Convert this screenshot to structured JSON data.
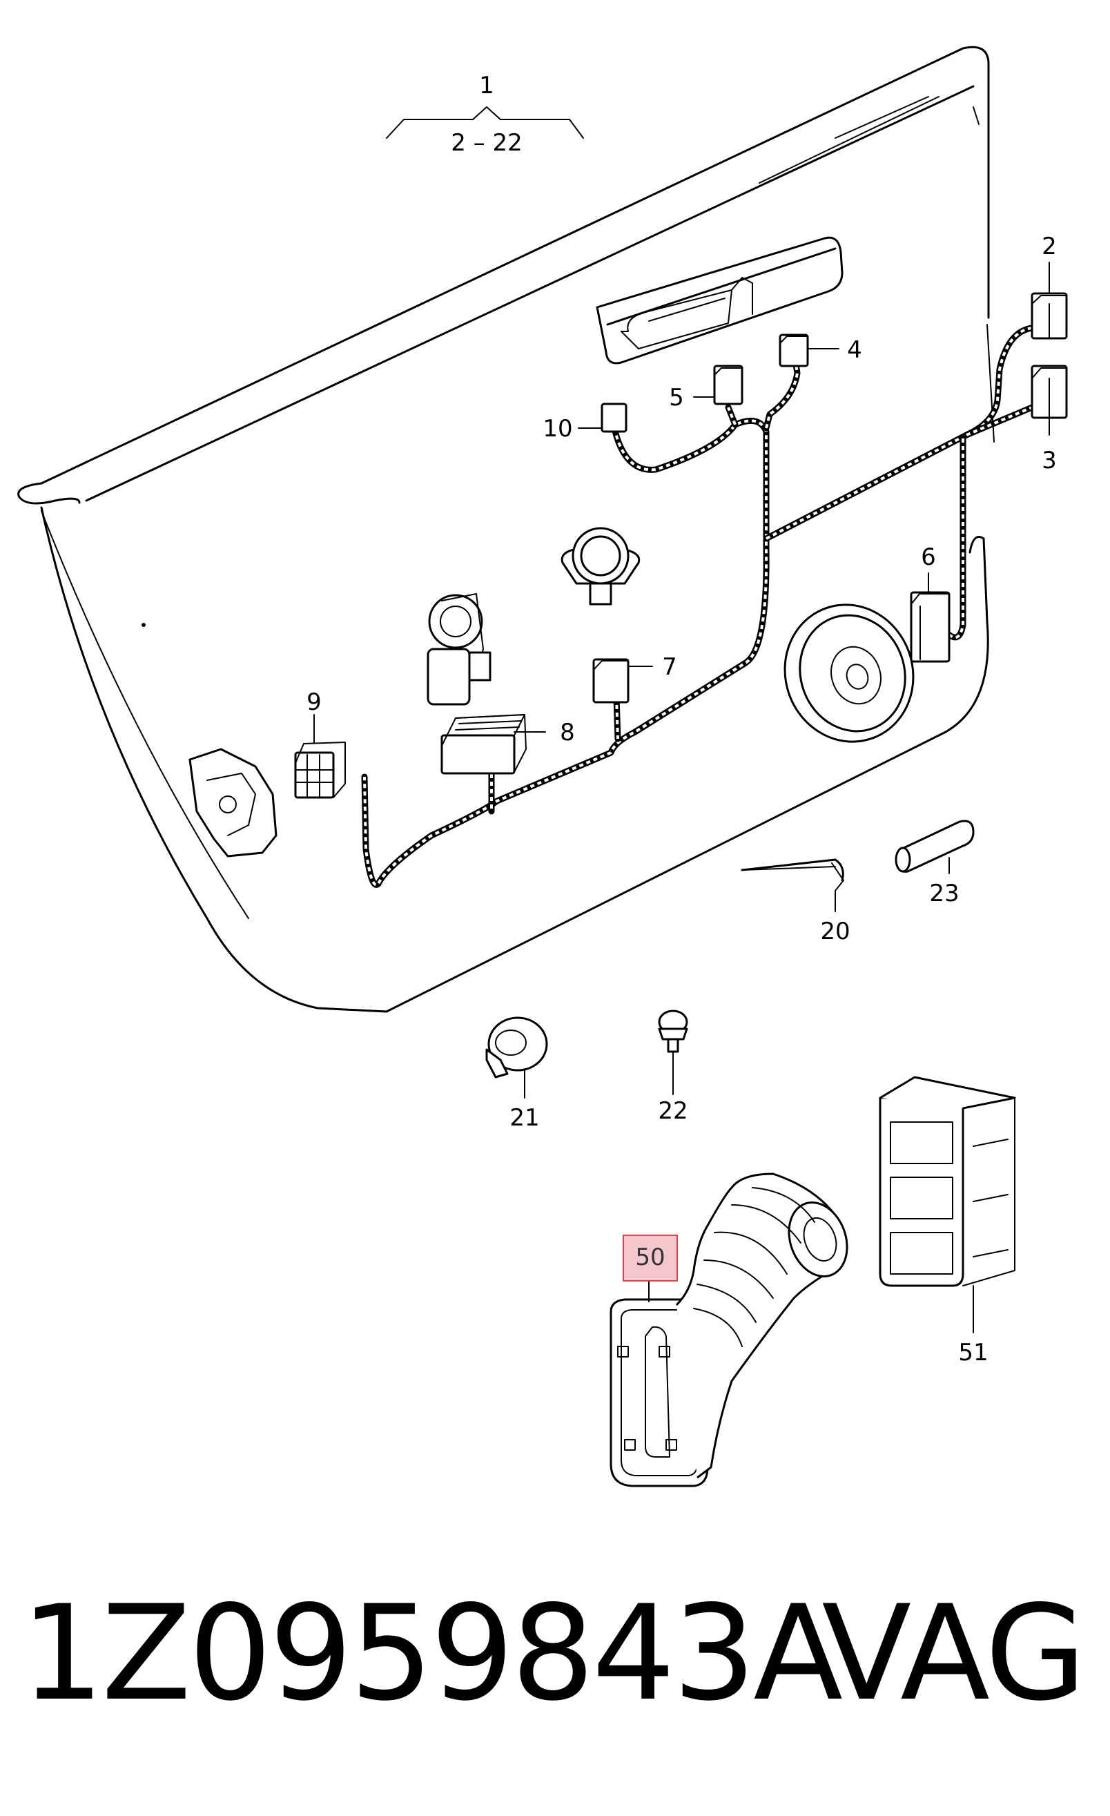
{
  "diagram": {
    "group_label": "1",
    "group_range": "2 – 22",
    "callouts": [
      {
        "id": "c2",
        "label": "2"
      },
      {
        "id": "c3",
        "label": "3"
      },
      {
        "id": "c4",
        "label": "4"
      },
      {
        "id": "c5",
        "label": "5"
      },
      {
        "id": "c6",
        "label": "6"
      },
      {
        "id": "c7",
        "label": "7"
      },
      {
        "id": "c8",
        "label": "8"
      },
      {
        "id": "c9",
        "label": "9"
      },
      {
        "id": "c10",
        "label": "10"
      },
      {
        "id": "c20",
        "label": "20"
      },
      {
        "id": "c21",
        "label": "21"
      },
      {
        "id": "c22",
        "label": "22"
      },
      {
        "id": "c23",
        "label": "23"
      },
      {
        "id": "c50",
        "label": "50"
      },
      {
        "id": "c51",
        "label": "51"
      }
    ],
    "highlight_color": "#f4c7cf",
    "highlight_border": "#d9454f"
  },
  "footer": {
    "part_number": "1Z0959843A",
    "brand": "VAG"
  }
}
